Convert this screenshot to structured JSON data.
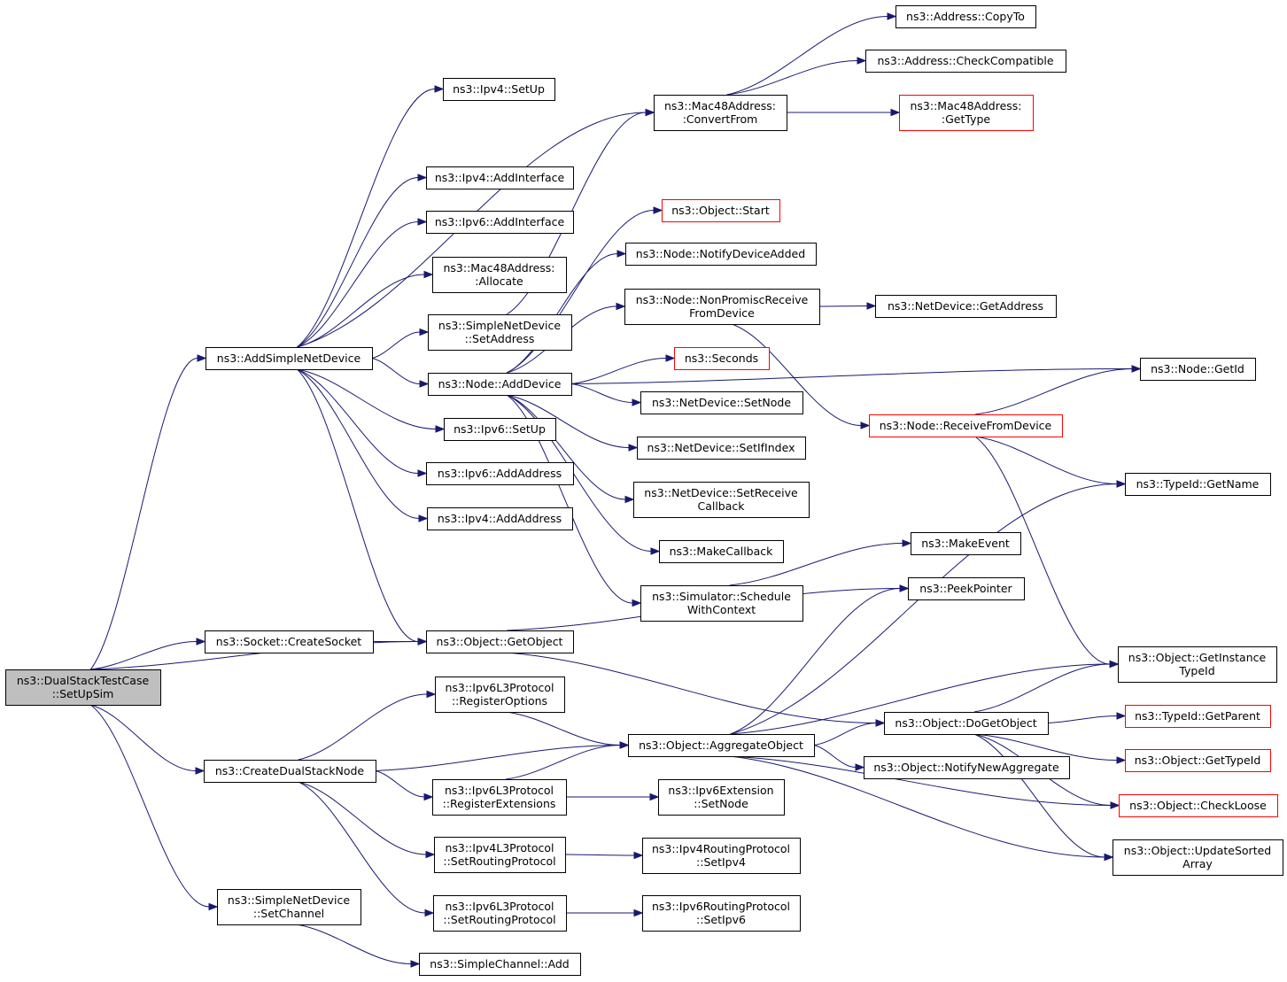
{
  "graph": {
    "edge_color": "#191970",
    "truncated_color": "#ff0000",
    "root_fill": "#bfbfbf",
    "nodes": [
      {
        "id": "root",
        "lines": [
          "ns3::DualStackTestCase",
          "::SetUpSim"
        ],
        "style": "root"
      },
      {
        "id": "addSimple",
        "lines": [
          "ns3::AddSimpleNetDevice"
        ]
      },
      {
        "id": "createSocket",
        "lines": [
          "ns3::Socket::CreateSocket"
        ]
      },
      {
        "id": "createDual",
        "lines": [
          "ns3::CreateDualStackNode"
        ]
      },
      {
        "id": "simpleSetChannel",
        "lines": [
          "ns3::SimpleNetDevice",
          "::SetChannel"
        ]
      },
      {
        "id": "ipv4SetUp",
        "lines": [
          "ns3::Ipv4::SetUp"
        ]
      },
      {
        "id": "ipv4AddIf",
        "lines": [
          "ns3::Ipv4::AddInterface"
        ]
      },
      {
        "id": "ipv6AddIf",
        "lines": [
          "ns3::Ipv6::AddInterface"
        ]
      },
      {
        "id": "macAllocate",
        "lines": [
          "ns3::Mac48Address:",
          ":Allocate"
        ]
      },
      {
        "id": "simpleSetAddr",
        "lines": [
          "ns3::SimpleNetDevice",
          "::SetAddress"
        ]
      },
      {
        "id": "nodeAddDevice",
        "lines": [
          "ns3::Node::AddDevice"
        ]
      },
      {
        "id": "ipv6SetUp",
        "lines": [
          "ns3::Ipv6::SetUp"
        ]
      },
      {
        "id": "ipv6AddAddr",
        "lines": [
          "ns3::Ipv6::AddAddress"
        ]
      },
      {
        "id": "ipv4AddAddr",
        "lines": [
          "ns3::Ipv4::AddAddress"
        ]
      },
      {
        "id": "getObject",
        "lines": [
          "ns3::Object::GetObject"
        ]
      },
      {
        "id": "regOptions",
        "lines": [
          "ns3::Ipv6L3Protocol",
          "::RegisterOptions"
        ]
      },
      {
        "id": "regExt",
        "lines": [
          "ns3::Ipv6L3Protocol",
          "::RegisterExtensions"
        ]
      },
      {
        "id": "ipv4SetRP",
        "lines": [
          "ns3::Ipv4L3Protocol",
          "::SetRoutingProtocol"
        ]
      },
      {
        "id": "ipv6SetRP",
        "lines": [
          "ns3::Ipv6L3Protocol",
          "::SetRoutingProtocol"
        ]
      },
      {
        "id": "chanAdd",
        "lines": [
          "ns3::SimpleChannel::Add"
        ]
      },
      {
        "id": "macConvert",
        "lines": [
          "ns3::Mac48Address:",
          ":ConvertFrom"
        ]
      },
      {
        "id": "objStart",
        "lines": [
          "ns3::Object::Start"
        ],
        "style": "red"
      },
      {
        "id": "notifyAdded",
        "lines": [
          "ns3::Node::NotifyDeviceAdded"
        ]
      },
      {
        "id": "nonPromisc",
        "lines": [
          "ns3::Node::NonPromiscReceive",
          "FromDevice"
        ]
      },
      {
        "id": "seconds",
        "lines": [
          "ns3::Seconds"
        ],
        "style": "red"
      },
      {
        "id": "ndSetNode",
        "lines": [
          "ns3::NetDevice::SetNode"
        ]
      },
      {
        "id": "ndSetIf",
        "lines": [
          "ns3::NetDevice::SetIfIndex"
        ]
      },
      {
        "id": "ndSetRecv",
        "lines": [
          "ns3::NetDevice::SetReceive",
          "Callback"
        ]
      },
      {
        "id": "makeCallback",
        "lines": [
          "ns3::MakeCallback"
        ]
      },
      {
        "id": "schedCtx",
        "lines": [
          "ns3::Simulator::Schedule",
          "WithContext"
        ]
      },
      {
        "id": "aggregate",
        "lines": [
          "ns3::Object::AggregateObject"
        ]
      },
      {
        "id": "ipv6ExtSetNode",
        "lines": [
          "ns3::Ipv6Extension",
          "::SetNode"
        ]
      },
      {
        "id": "ipv4RPSetIpv4",
        "lines": [
          "ns3::Ipv4RoutingProtocol",
          "::SetIpv4"
        ]
      },
      {
        "id": "ipv6RPSetIpv6",
        "lines": [
          "ns3::Ipv6RoutingProtocol",
          "::SetIpv6"
        ]
      },
      {
        "id": "addrCopyTo",
        "lines": [
          "ns3::Address::CopyTo"
        ]
      },
      {
        "id": "addrCheckCompat",
        "lines": [
          "ns3::Address::CheckCompatible"
        ]
      },
      {
        "id": "macGetType",
        "lines": [
          "ns3::Mac48Address:",
          ":GetType"
        ],
        "style": "red"
      },
      {
        "id": "ndGetAddr",
        "lines": [
          "ns3::NetDevice::GetAddress"
        ]
      },
      {
        "id": "recvFromDevice",
        "lines": [
          "ns3::Node::ReceiveFromDevice"
        ],
        "style": "red"
      },
      {
        "id": "makeEvent",
        "lines": [
          "ns3::MakeEvent"
        ]
      },
      {
        "id": "peekPointer",
        "lines": [
          "ns3::PeekPointer"
        ]
      },
      {
        "id": "doGetObject",
        "lines": [
          "ns3::Object::DoGetObject"
        ]
      },
      {
        "id": "notifyNewAgg",
        "lines": [
          "ns3::Object::NotifyNewAggregate"
        ]
      },
      {
        "id": "nodeGetId",
        "lines": [
          "ns3::Node::GetId"
        ]
      },
      {
        "id": "typeIdGetName",
        "lines": [
          "ns3::TypeId::GetName"
        ]
      },
      {
        "id": "getInstanceTypeId",
        "lines": [
          "ns3::Object::GetInstance",
          "TypeId"
        ]
      },
      {
        "id": "typeIdGetParent",
        "lines": [
          "ns3::TypeId::GetParent"
        ],
        "style": "red"
      },
      {
        "id": "objGetTypeId",
        "lines": [
          "ns3::Object::GetTypeId"
        ],
        "style": "red"
      },
      {
        "id": "checkLoose",
        "lines": [
          "ns3::Object::CheckLoose"
        ],
        "style": "red"
      },
      {
        "id": "updateSorted",
        "lines": [
          "ns3::Object::UpdateSorted",
          "Array"
        ]
      }
    ],
    "edges": [
      [
        "root",
        "addSimple"
      ],
      [
        "root",
        "createSocket"
      ],
      [
        "root",
        "getObject"
      ],
      [
        "root",
        "createDual"
      ],
      [
        "root",
        "simpleSetChannel"
      ],
      [
        "addSimple",
        "ipv4SetUp"
      ],
      [
        "addSimple",
        "macConvert"
      ],
      [
        "addSimple",
        "ipv4AddIf"
      ],
      [
        "addSimple",
        "ipv6AddIf"
      ],
      [
        "addSimple",
        "macAllocate"
      ],
      [
        "addSimple",
        "simpleSetAddr"
      ],
      [
        "addSimple",
        "nodeAddDevice"
      ],
      [
        "addSimple",
        "ipv6SetUp"
      ],
      [
        "addSimple",
        "ipv6AddAddr"
      ],
      [
        "addSimple",
        "ipv4AddAddr"
      ],
      [
        "addSimple",
        "getObject"
      ],
      [
        "createSocket",
        "getObject"
      ],
      [
        "createDual",
        "regOptions"
      ],
      [
        "createDual",
        "aggregate"
      ],
      [
        "createDual",
        "regExt"
      ],
      [
        "createDual",
        "ipv4SetRP"
      ],
      [
        "createDual",
        "ipv6SetRP"
      ],
      [
        "simpleSetChannel",
        "chanAdd"
      ],
      [
        "simpleSetAddr",
        "macConvert"
      ],
      [
        "nodeAddDevice",
        "nodeGetId"
      ],
      [
        "nodeAddDevice",
        "objStart"
      ],
      [
        "nodeAddDevice",
        "notifyAdded"
      ],
      [
        "nodeAddDevice",
        "nonPromisc"
      ],
      [
        "nodeAddDevice",
        "seconds"
      ],
      [
        "nodeAddDevice",
        "ndSetNode"
      ],
      [
        "nodeAddDevice",
        "ndSetIf"
      ],
      [
        "nodeAddDevice",
        "ndSetRecv"
      ],
      [
        "nodeAddDevice",
        "makeCallback"
      ],
      [
        "nodeAddDevice",
        "schedCtx"
      ],
      [
        "getObject",
        "peekPointer"
      ],
      [
        "getObject",
        "doGetObject"
      ],
      [
        "regOptions",
        "aggregate"
      ],
      [
        "regExt",
        "aggregate"
      ],
      [
        "regExt",
        "ipv6ExtSetNode"
      ],
      [
        "ipv4SetRP",
        "ipv4RPSetIpv4"
      ],
      [
        "ipv6SetRP",
        "ipv6RPSetIpv6"
      ],
      [
        "macConvert",
        "addrCopyTo"
      ],
      [
        "macConvert",
        "addrCheckCompat"
      ],
      [
        "macConvert",
        "macGetType"
      ],
      [
        "nonPromisc",
        "ndGetAddr"
      ],
      [
        "nonPromisc",
        "recvFromDevice"
      ],
      [
        "schedCtx",
        "makeEvent"
      ],
      [
        "aggregate",
        "doGetObject"
      ],
      [
        "aggregate",
        "notifyNewAgg"
      ],
      [
        "aggregate",
        "peekPointer"
      ],
      [
        "aggregate",
        "typeIdGetName"
      ],
      [
        "aggregate",
        "getInstanceTypeId"
      ],
      [
        "aggregate",
        "checkLoose"
      ],
      [
        "aggregate",
        "updateSorted"
      ],
      [
        "recvFromDevice",
        "nodeGetId"
      ],
      [
        "recvFromDevice",
        "typeIdGetName"
      ],
      [
        "recvFromDevice",
        "getInstanceTypeId"
      ],
      [
        "doGetObject",
        "getInstanceTypeId"
      ],
      [
        "doGetObject",
        "typeIdGetParent"
      ],
      [
        "doGetObject",
        "objGetTypeId"
      ],
      [
        "doGetObject",
        "checkLoose"
      ],
      [
        "doGetObject",
        "updateSorted"
      ]
    ]
  }
}
